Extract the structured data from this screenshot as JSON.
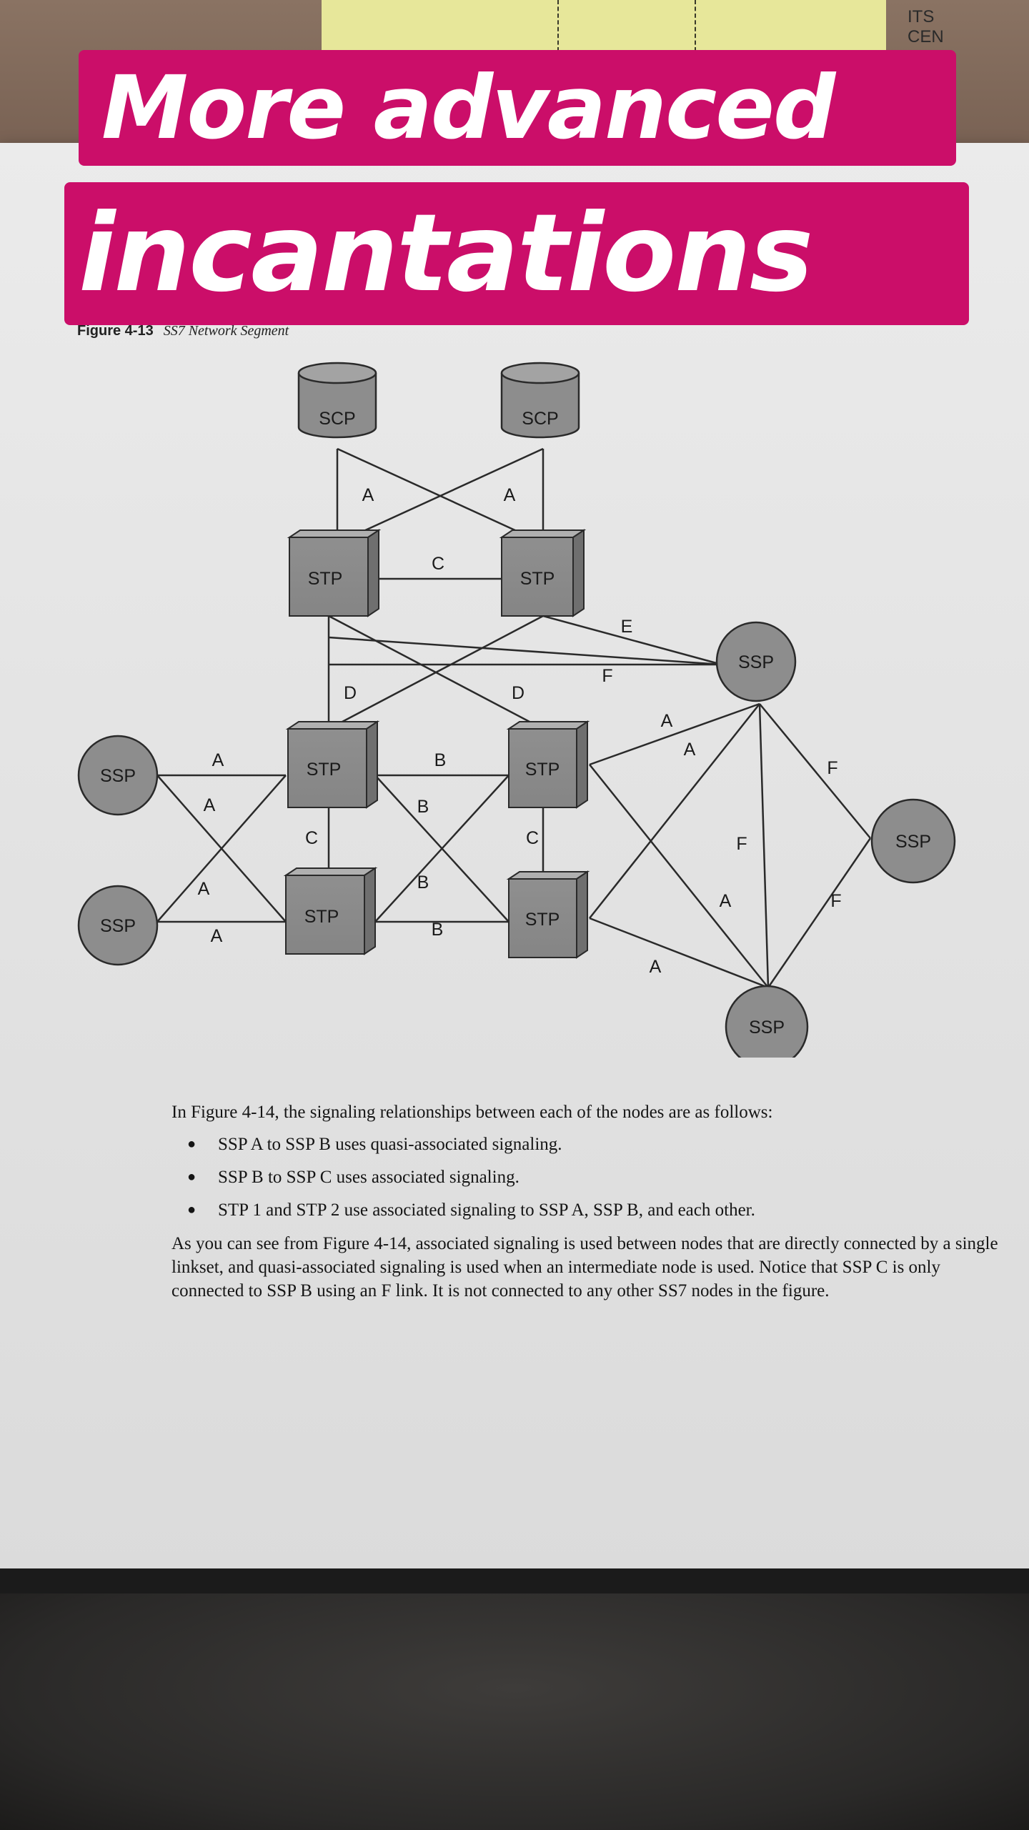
{
  "caption": {
    "line1": "More advanced",
    "line2": "incantations",
    "color": "#cb0e69"
  },
  "background": {
    "card_text": "ITS CEN"
  },
  "figure": {
    "number": "Figure 4-13",
    "title": "SS7 Network Segment",
    "nodes": [
      "SCP",
      "SCP",
      "STP",
      "STP",
      "STP",
      "STP",
      "STP",
      "STP",
      "SSP",
      "SSP",
      "SSP",
      "SSP",
      "SSP"
    ],
    "link_labels": [
      "A",
      "A",
      "C",
      "E",
      "F",
      "D",
      "D",
      "A",
      "B",
      "A",
      "B",
      "A",
      "C",
      "C",
      "B",
      "A",
      "B",
      "A",
      "A",
      "F",
      "F",
      "A",
      "F",
      "A"
    ]
  },
  "body": {
    "intro": "In Figure 4-14, the signaling relationships between each of the nodes are as follows:",
    "bullets": [
      "SSP A to SSP B uses quasi-associated signaling.",
      "SSP B to SSP C uses associated signaling.",
      "STP 1 and STP 2 use associated signaling to SSP A, SSP B, and each other."
    ],
    "paragraph": "As you can see from Figure 4-14, associated signaling is used between nodes that are directly connected by a single linkset, and quasi-associated signaling is used when an intermediate node is used. Notice that SSP C is only connected to SSP B using an F link. It is not connected to any other SS7 nodes in the figure."
  }
}
